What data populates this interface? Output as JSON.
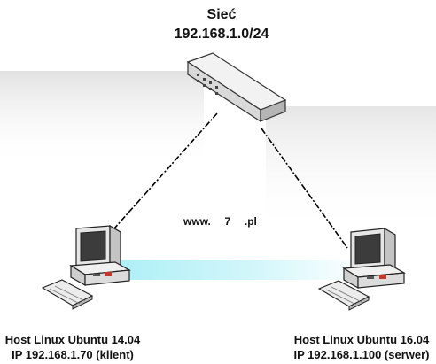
{
  "network": {
    "name": "Sieć",
    "address": "192.168.1.0/24"
  },
  "hosts": [
    {
      "os": "Host Linux Ubuntu 14.04",
      "ip": "IP 192.168.1.70 (klient)"
    },
    {
      "os": "Host Linux Ubuntu 16.04",
      "ip": "IP 192.168.1.100 (serwer)"
    }
  ],
  "watermark": {
    "prefix": "www.",
    "middle": "7",
    "suffix": ".pl"
  },
  "icons": {
    "switch": "network-switch-icon",
    "computer": "desktop-computer-icon",
    "keyboard": "keyboard-icon"
  },
  "colors": {
    "link": "#000000",
    "glow": "#5ee0ee",
    "accent": "#c0392b",
    "device": "#d9d9d9"
  }
}
